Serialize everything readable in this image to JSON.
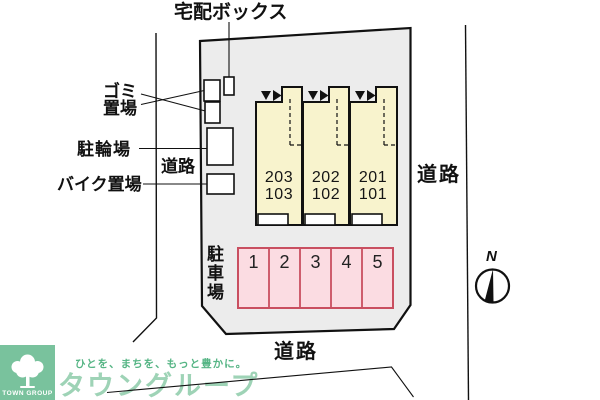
{
  "colors": {
    "property-fill": "#ececec",
    "building-fill": "#f8f3cd",
    "parking-fill": "#fbdce2",
    "parking-border": "#c94f60",
    "brand-green": "#79c29d",
    "brand-green-light": "#9ed3b6",
    "tagline-green": "#56b585"
  },
  "labels": {
    "delivery_box": "宅配ボックス",
    "garbage_line1": "ゴミ",
    "garbage_line2": "置場",
    "bicycle_parking": "駐輪場",
    "motorcycle_parking": "バイク置場",
    "road_left": "道路",
    "road_right": "道路",
    "road_bottom": "道路",
    "car_parking": "駐車場",
    "north": "N"
  },
  "building": {
    "units": [
      {
        "upper": "203",
        "lower": "103"
      },
      {
        "upper": "202",
        "lower": "102"
      },
      {
        "upper": "201",
        "lower": "101"
      }
    ]
  },
  "parking": {
    "spaces": [
      "1",
      "2",
      "3",
      "4",
      "5"
    ]
  },
  "footer": {
    "tagline": "ひとを、まちを、もっと豊かに。",
    "brand": "タウングループ",
    "logo_text": "TOWN GROUP"
  }
}
